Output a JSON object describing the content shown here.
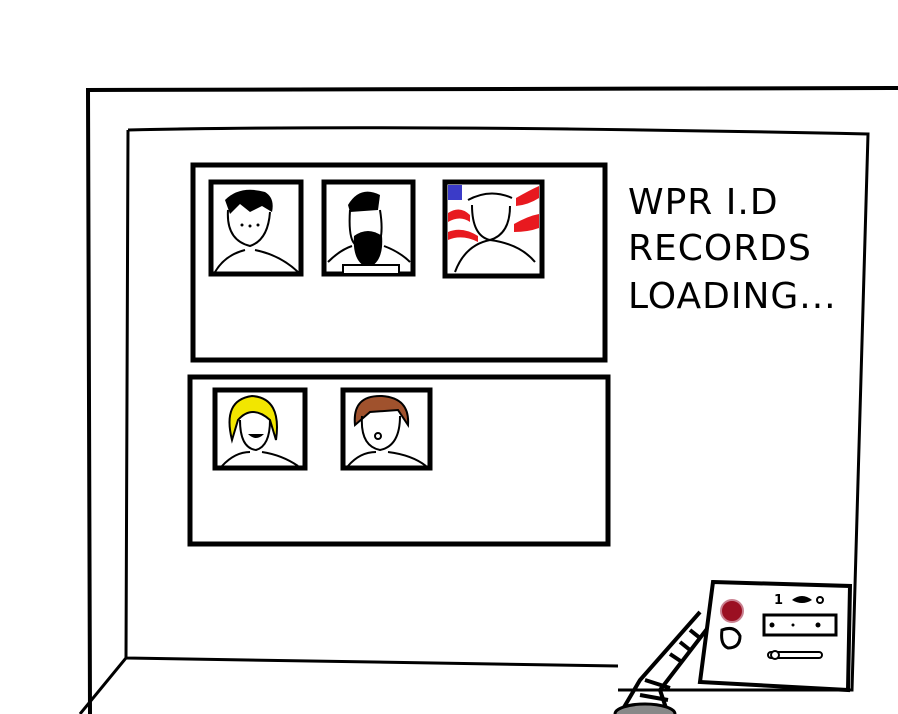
{
  "screen": {
    "title_lines": [
      "WPR I.D",
      "RECORDS",
      "LOADING..."
    ]
  },
  "records": {
    "group_1": [
      {
        "name": "portrait-spiky-hair-man"
      },
      {
        "name": "portrait-bearded-prisoner"
      },
      {
        "name": "portrait-soldier-flag"
      }
    ],
    "group_2": [
      {
        "name": "portrait-blonde-person"
      },
      {
        "name": "portrait-brown-hair-man"
      }
    ]
  },
  "control_panel": {
    "switch_label": "1",
    "colors": {
      "red_button": "#9b0f22",
      "hair_yellow": "#f2e600",
      "hair_brown": "#a0522d",
      "flag_red": "#e8191f",
      "flag_blue": "#3b3bc8"
    }
  }
}
